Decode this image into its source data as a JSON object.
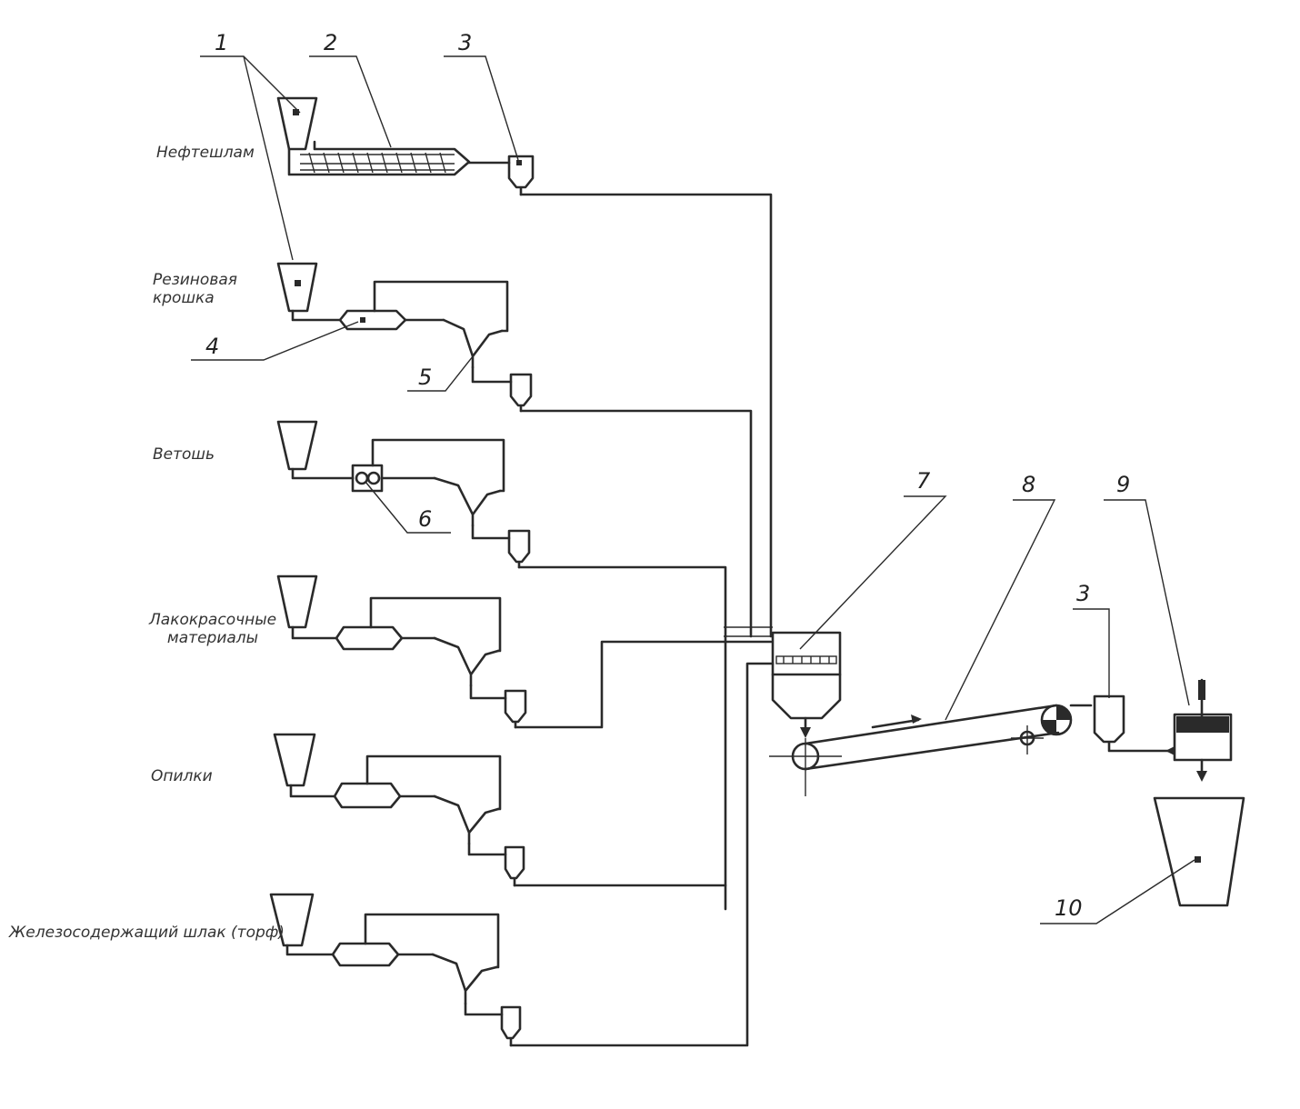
{
  "materials": {
    "oil_sludge": "Нефтешлам",
    "rubber_crumb": "Резиновая крошка",
    "rags": "Ветошь",
    "paint_materials": "Лакокрасочные материалы",
    "sawdust": "Опилки",
    "iron_slag": "Железосодержащий шлак (торф)"
  },
  "callouts": {
    "n1": "1",
    "n2": "2",
    "n3": "3",
    "n3b": "3",
    "n4": "4",
    "n5": "5",
    "n6": "6",
    "n7": "7",
    "n8": "8",
    "n9": "9",
    "n10": "10"
  }
}
